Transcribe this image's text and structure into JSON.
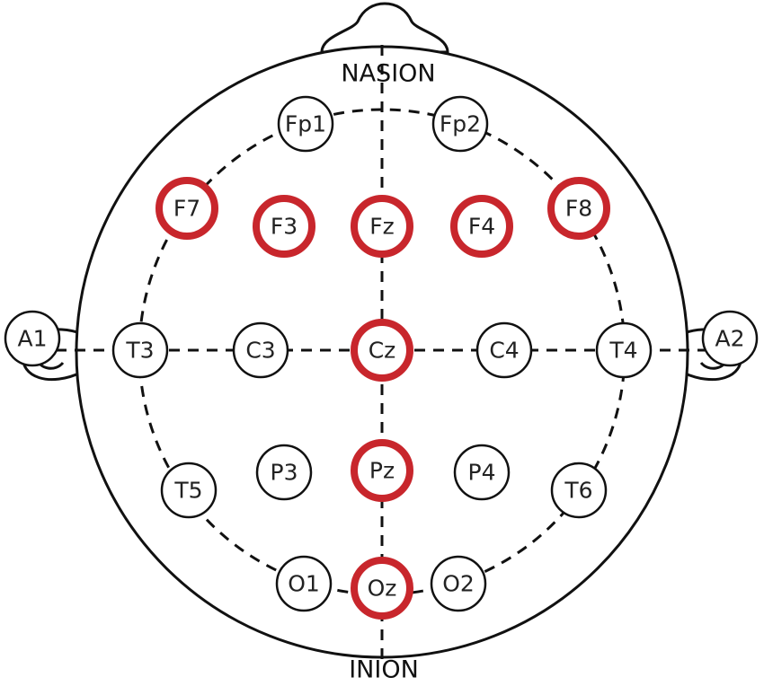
{
  "landmarks": {
    "top": "NASION",
    "bottom": "INION"
  },
  "highlight_color": "#c8262c",
  "electrodes": [
    {
      "id": "fp1",
      "label": "Fp1",
      "marked": false
    },
    {
      "id": "fp2",
      "label": "Fp2",
      "marked": false
    },
    {
      "id": "f7",
      "label": "F7",
      "marked": true
    },
    {
      "id": "f3",
      "label": "F3",
      "marked": true
    },
    {
      "id": "fz",
      "label": "Fz",
      "marked": true
    },
    {
      "id": "f4",
      "label": "F4",
      "marked": true
    },
    {
      "id": "f8",
      "label": "F8",
      "marked": true
    },
    {
      "id": "a1",
      "label": "A1",
      "marked": false
    },
    {
      "id": "t3",
      "label": "T3",
      "marked": false
    },
    {
      "id": "c3",
      "label": "C3",
      "marked": false
    },
    {
      "id": "cz",
      "label": "Cz",
      "marked": true
    },
    {
      "id": "c4",
      "label": "C4",
      "marked": false
    },
    {
      "id": "t4",
      "label": "T4",
      "marked": false
    },
    {
      "id": "a2",
      "label": "A2",
      "marked": false
    },
    {
      "id": "t5",
      "label": "T5",
      "marked": false
    },
    {
      "id": "p3",
      "label": "P3",
      "marked": false
    },
    {
      "id": "pz",
      "label": "Pz",
      "marked": true
    },
    {
      "id": "p4",
      "label": "P4",
      "marked": false
    },
    {
      "id": "t6",
      "label": "T6",
      "marked": false
    },
    {
      "id": "o1",
      "label": "O1",
      "marked": false
    },
    {
      "id": "oz",
      "label": "Oz",
      "marked": true
    },
    {
      "id": "o2",
      "label": "O2",
      "marked": false
    }
  ]
}
